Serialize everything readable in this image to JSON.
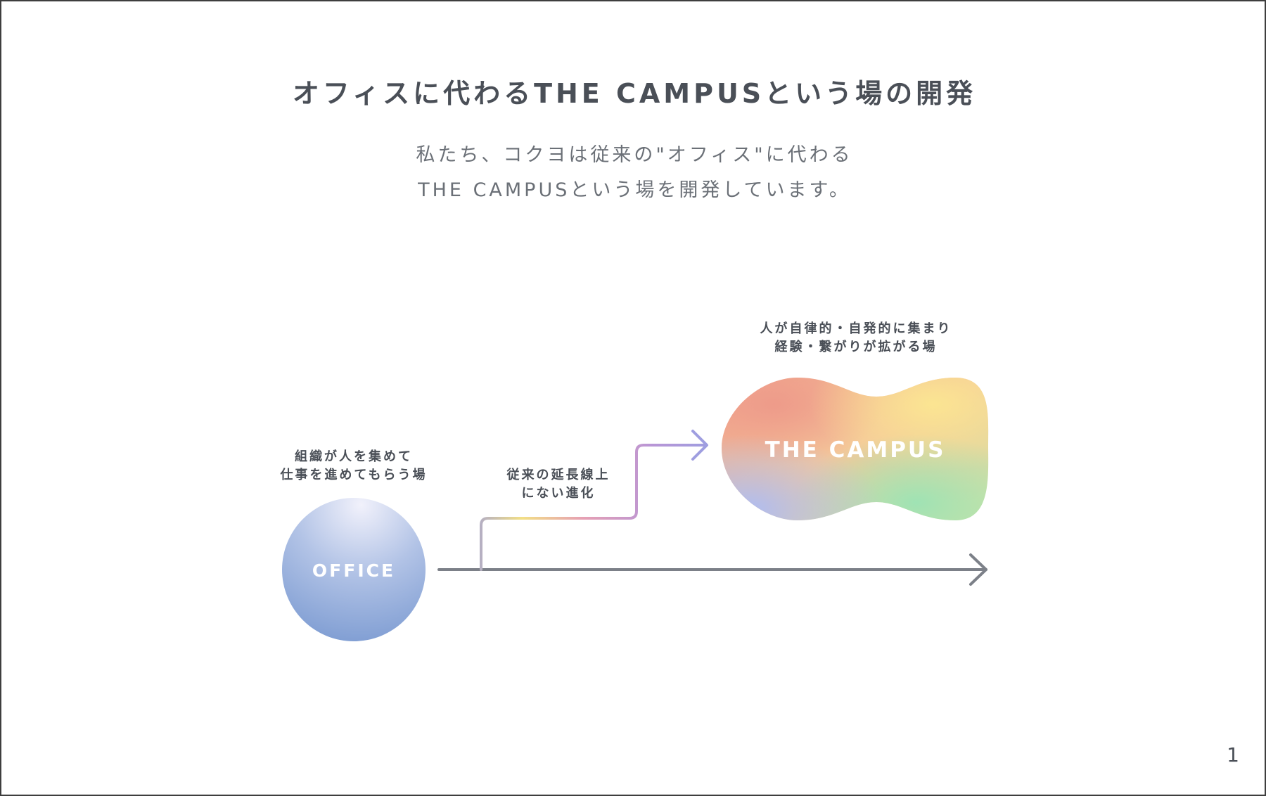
{
  "title": "オフィスに代わるTHE CAMPUSという場の開発",
  "subtitle_lines": [
    "私たち、コクヨは従来の\"オフィス\"に代わる",
    "THE CAMPUSという場を開発しています。"
  ],
  "office": {
    "label": "OFFICE",
    "caption_lines": [
      "組織が人を集めて",
      "仕事を進めてもらう場"
    ]
  },
  "campus": {
    "label": "THE CAMPUS",
    "caption_lines": [
      "人が自律的・自発的に集まり",
      "経験・繋がりが拡がる場"
    ]
  },
  "path_caption_lines": [
    "従来の延長線上",
    "にない進化"
  ],
  "page_number": "1",
  "colors": {
    "text": "#4a4f57",
    "axis": "#7c8088",
    "office_gradient": [
      "#eceef8",
      "#a7bbe2",
      "#7e9fd2"
    ],
    "campus_gradient": [
      "#f0a08c",
      "#f7df90",
      "#a9e3b0",
      "#b8c0f0"
    ]
  }
}
